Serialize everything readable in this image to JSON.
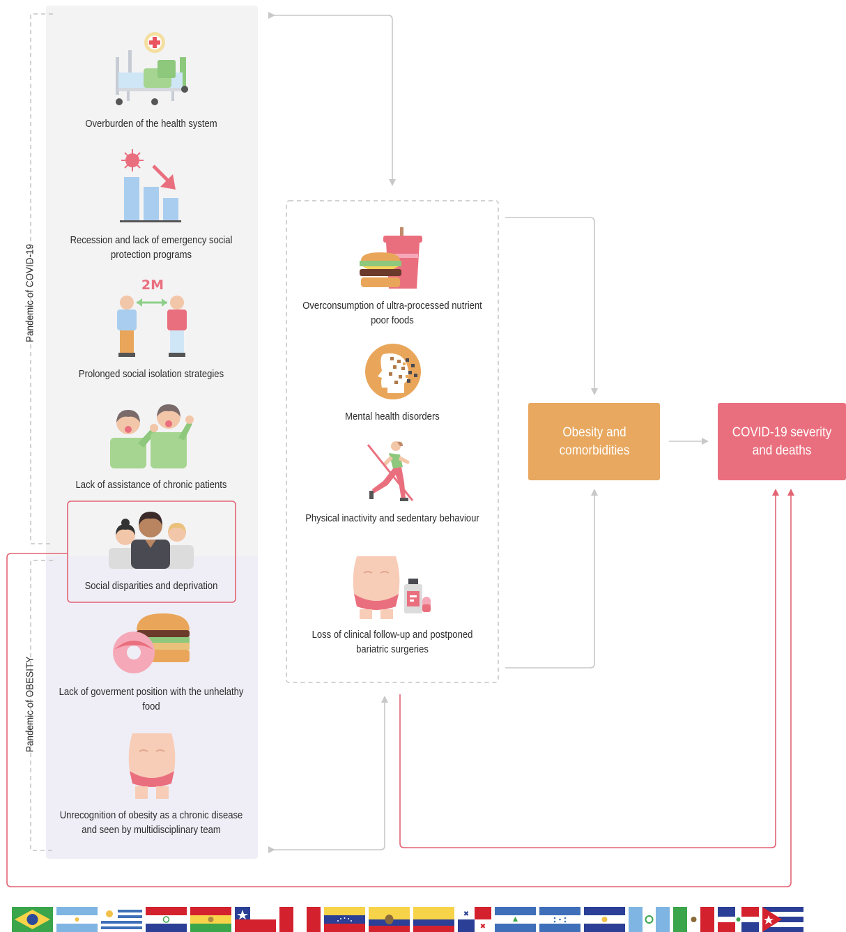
{
  "groups": {
    "covid": "Pandemic of COVID-19",
    "obesity": "Pandemic of OBESITY"
  },
  "left_factors": [
    {
      "icon": "hospital-bed-icon",
      "label": "Overburden of the health system"
    },
    {
      "icon": "recession-chart-icon",
      "label": "Recession and lack of emergency social protection programs"
    },
    {
      "icon": "social-distance-icon",
      "label": "Prolonged social isolation strategies",
      "distance_text": "2M"
    },
    {
      "icon": "chronic-patients-icon",
      "label": "Lack of assistance of chronic patients"
    },
    {
      "icon": "people-group-icon",
      "label": "Social disparities and deprivation"
    },
    {
      "icon": "junk-food-icon",
      "label": "Lack of goverment position with the unhelathy food"
    },
    {
      "icon": "obese-body-icon",
      "label": "Unrecognition of obesity as a chronic disease and seen by multidisciplinary team"
    }
  ],
  "middle_factors": [
    {
      "icon": "fast-food-icon",
      "label": "Overconsumption of ultra-processed nutrient poor foods"
    },
    {
      "icon": "mental-health-icon",
      "label": "Mental health disorders"
    },
    {
      "icon": "no-running-icon",
      "label": "Physical inactivity and sedentary behaviour"
    },
    {
      "icon": "belly-medication-icon",
      "label": "Loss of clinical follow-up and postponed bariatric surgeries"
    }
  ],
  "outcomes": {
    "obesity": "Obesity and comorbidities",
    "covid": "COVID-19 severity and deaths"
  },
  "colors": {
    "obesity_box": "#e8a85f",
    "covid_box": "#ea6f7e",
    "red_line": "#e26473",
    "gray_line": "#c8c8c8"
  },
  "flags": [
    "brazil-flag",
    "argentina-flag",
    "uruguay-flag",
    "paraguay-flag",
    "bolivia-flag",
    "chile-flag",
    "peru-flag",
    "venezuela-flag",
    "ecuador-flag",
    "colombia-flag",
    "panama-flag",
    "nicaragua-flag",
    "honduras-flag",
    "el-salvador-flag",
    "guatemala-flag",
    "mexico-flag",
    "dominican-republic-flag",
    "cuba-flag"
  ]
}
